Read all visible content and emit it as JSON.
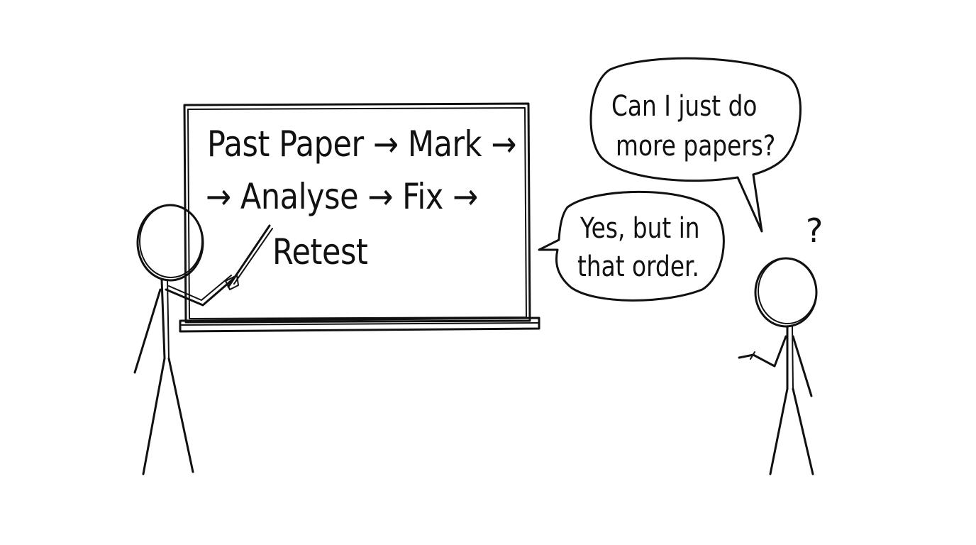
{
  "whiteboard": {
    "lines": [
      "Past Paper → Mark →",
      "→ Analyse → Fix →",
      "Retest"
    ]
  },
  "teacher_bubble": {
    "lines": [
      "Yes, but in",
      "that order."
    ]
  },
  "student_bubble": {
    "lines": [
      "Can I just do",
      "more papers?"
    ]
  },
  "student_question_mark": "?",
  "colors": {
    "ink": "#111111",
    "background": "#ffffff"
  }
}
